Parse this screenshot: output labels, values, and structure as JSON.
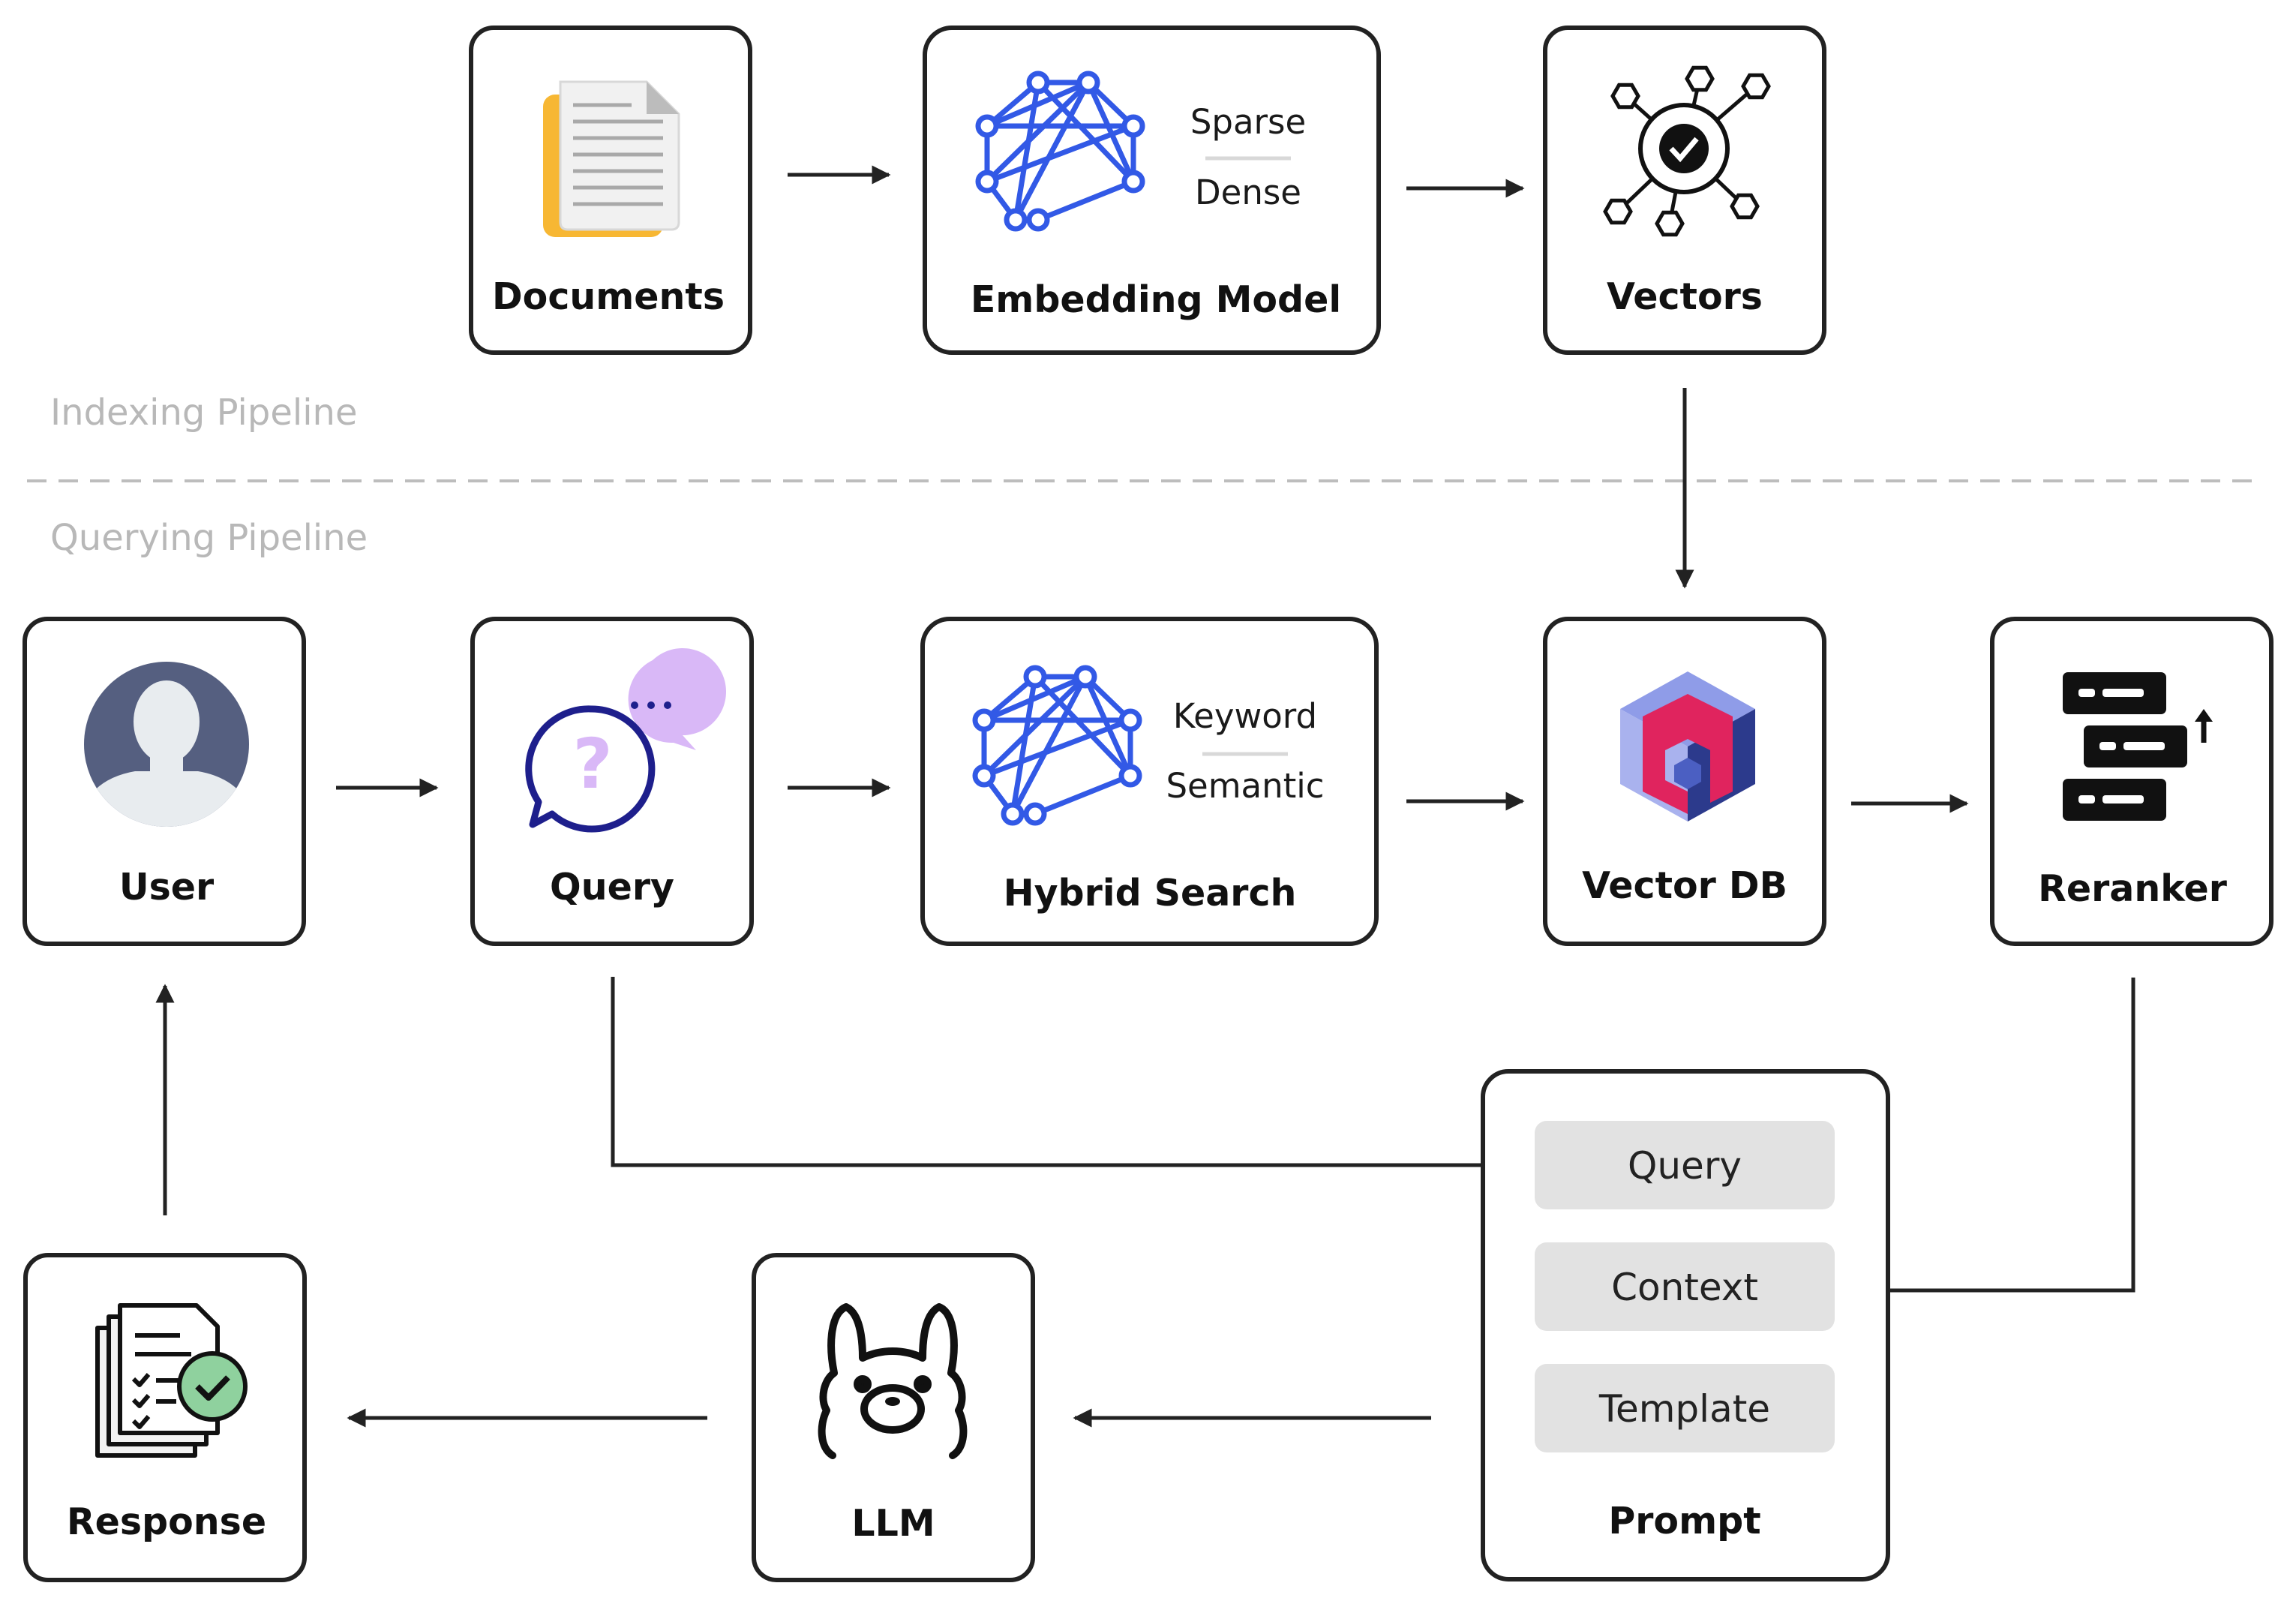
{
  "sections": {
    "indexing": "Indexing Pipeline",
    "querying": "Querying Pipeline"
  },
  "nodes": {
    "documents": "Documents",
    "embedding_model": {
      "title": "Embedding Model",
      "top": "Sparse",
      "bottom": "Dense"
    },
    "vectors": "Vectors",
    "user": "User",
    "query": "Query",
    "hybrid_search": {
      "title": "Hybrid Search",
      "top": "Keyword",
      "bottom": "Semantic"
    },
    "vector_db": "Vector DB",
    "reranker": "Reranker",
    "prompt": {
      "title": "Prompt",
      "items": [
        "Query",
        "Context",
        "Template"
      ]
    },
    "llm": "LLM",
    "response": "Response"
  },
  "colors": {
    "network_blue": "#3259e6",
    "doc_yellow": "#f7b733",
    "avatar_dark": "#555f80",
    "bubble_navy": "#1e1f8c",
    "bubble_purple": "#d9b8f7",
    "check_green": "#8fd19e",
    "db_red": "#e0245e",
    "db_blue": "#4b5fc2",
    "pill_grey": "#e2e2e2"
  },
  "icons": {
    "documents": "document-stack-icon",
    "embedding_model": "neural-network-icon",
    "vectors": "vector-network-check-icon",
    "user": "user-avatar-icon",
    "query": "chat-question-icon",
    "hybrid_search": "neural-network-icon",
    "vector_db": "vector-database-cube-icon",
    "reranker": "rerank-list-icon",
    "llm": "llama-icon",
    "response": "checklist-document-icon"
  }
}
